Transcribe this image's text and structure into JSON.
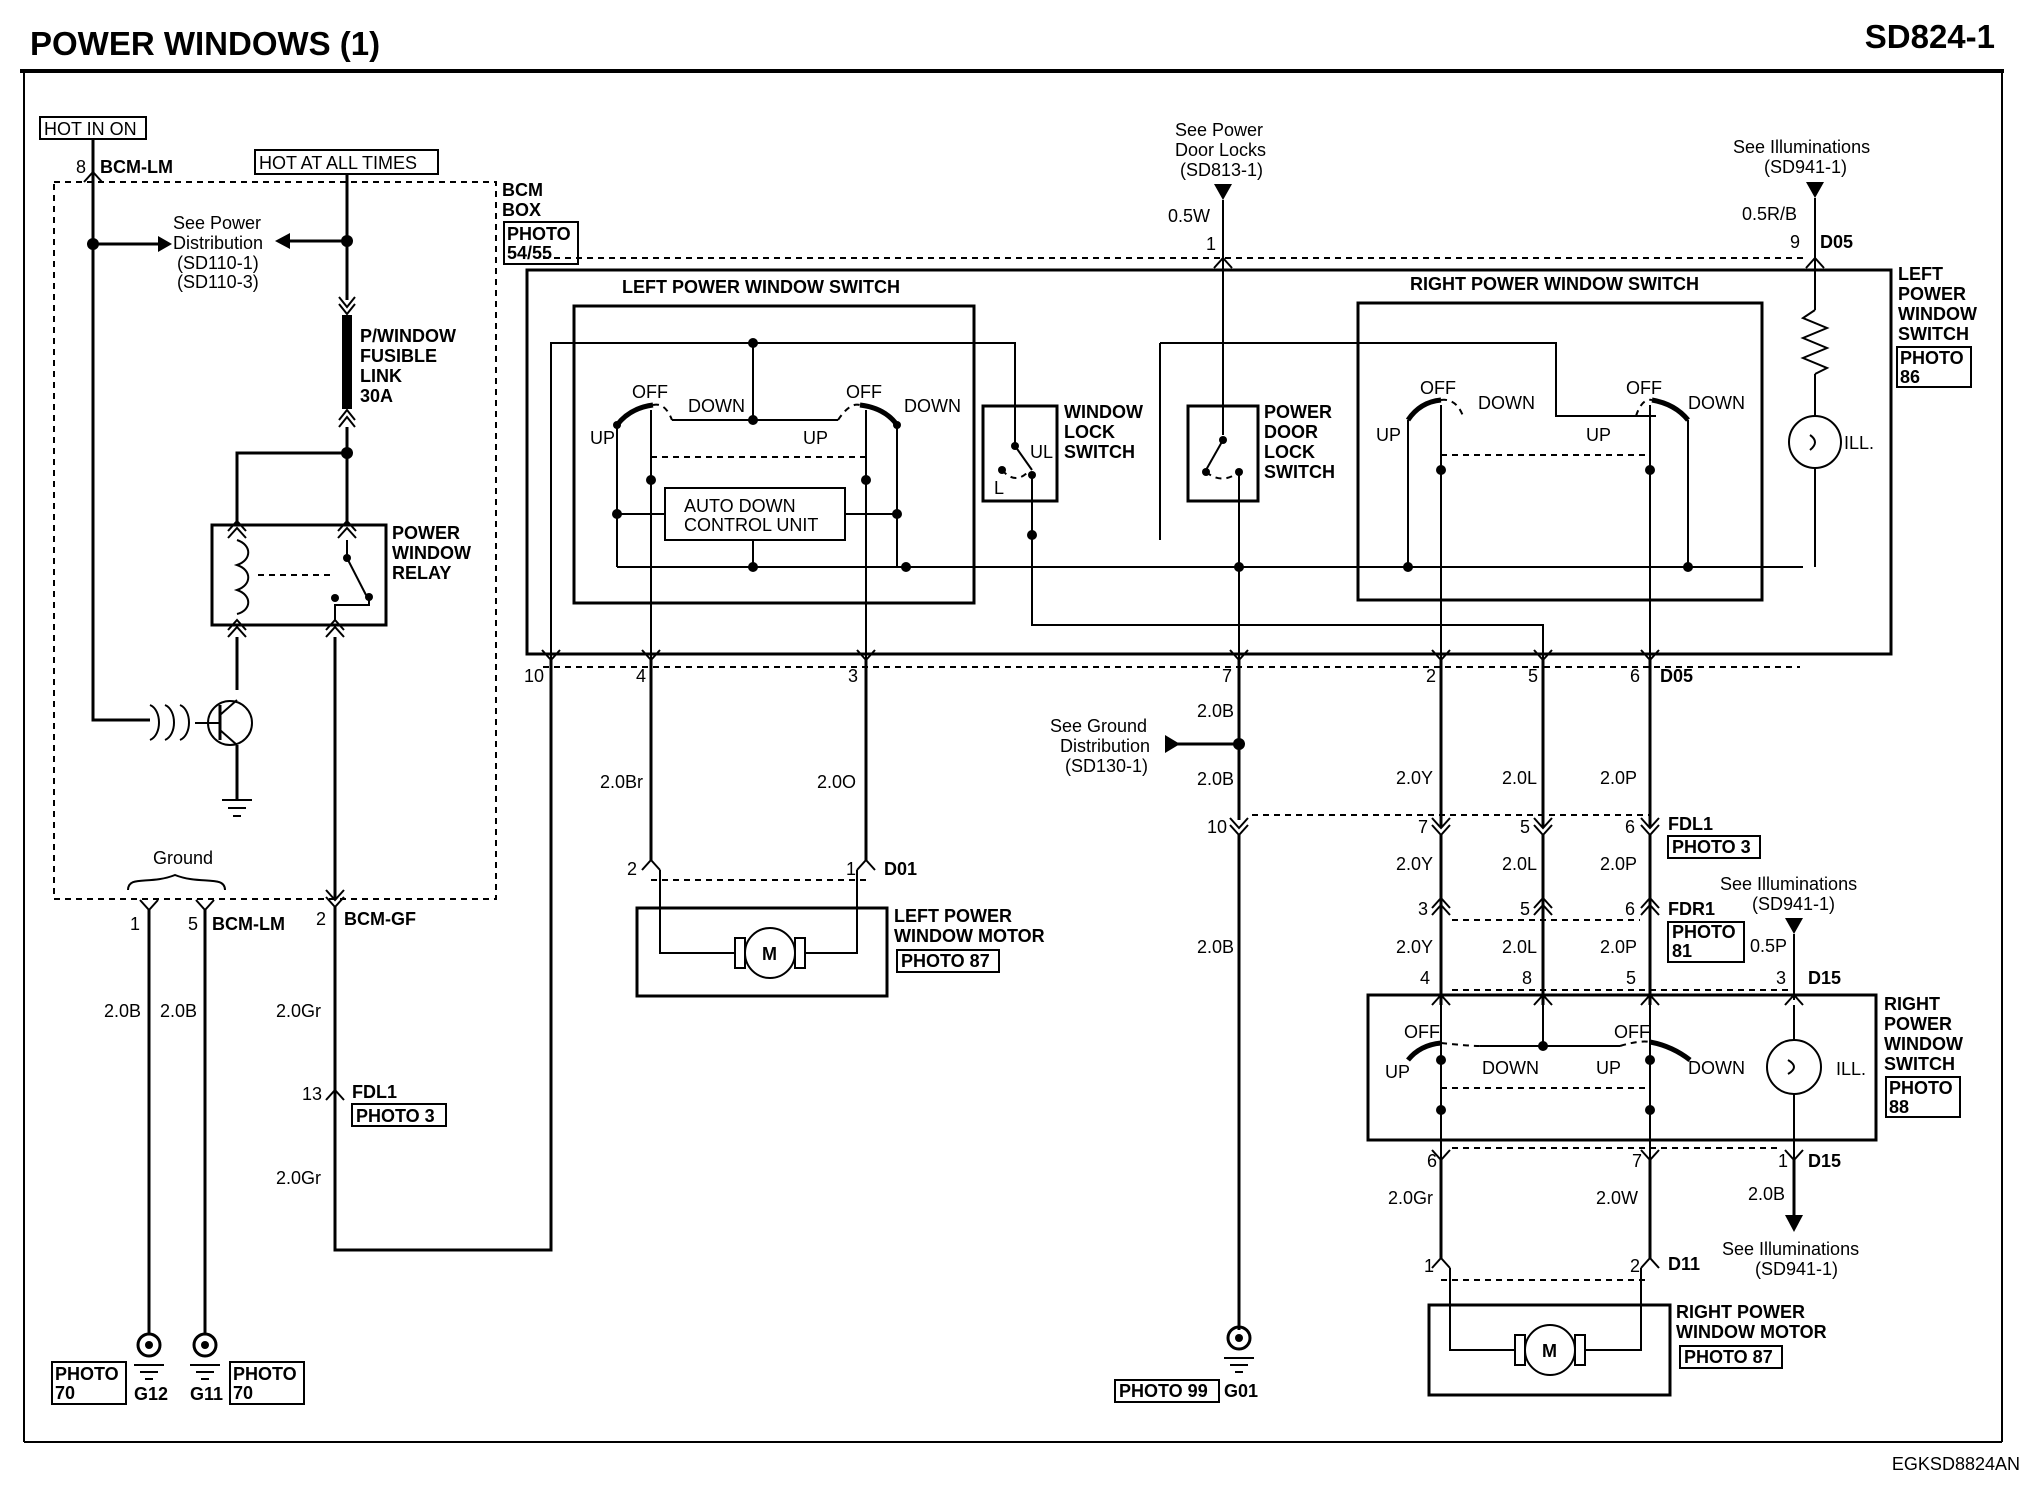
{
  "header": {
    "title": "POWER WINDOWS (1)",
    "code": "SD824-1"
  },
  "footer": {
    "id": "EGKSD8824AN"
  },
  "bcm": {
    "hot_in_on": "HOT IN ON",
    "hot_at_all_times": "HOT AT ALL TIMES",
    "box_label": [
      "BCM",
      "BOX"
    ],
    "photo": [
      "PHOTO",
      "54/55"
    ],
    "pin8": "8",
    "pin8_conn": "BCM-LM",
    "see_power": [
      "See Power",
      "Distribution",
      "(SD110-1)",
      "(SD110-3)"
    ],
    "fusible_link": [
      "P/WINDOW",
      "FUSIBLE",
      "LINK",
      "30A"
    ],
    "relay": [
      "POWER",
      "WINDOW",
      "RELAY"
    ],
    "ground_label": "Ground",
    "pin1": "1",
    "pin5": "5",
    "pin5_conn": "BCM-LM",
    "pin2": "2",
    "pin2_conn": "BCM-GF"
  },
  "left_ground_wires": {
    "w1": "2.0B",
    "w2": "2.0B",
    "w3": "2.0Gr",
    "fdl1_pin": "13",
    "fdl1": "FDL1",
    "fdl1_photo": "PHOTO 3",
    "w4": "2.0Gr",
    "g12": "G12",
    "g11": "G11",
    "g12_photo": [
      "PHOTO",
      "70"
    ],
    "g11_photo": [
      "PHOTO",
      "70"
    ]
  },
  "left_switch_assy": {
    "title": "LEFT POWER WINDOW SWITCH",
    "labels": {
      "off": "OFF",
      "down": "DOWN",
      "up": "UP"
    },
    "auto_down": [
      "AUTO DOWN",
      "CONTROL UNIT"
    ],
    "window_lock": [
      "WINDOW",
      "LOCK",
      "SWITCH"
    ],
    "ul": "UL",
    "l": "L",
    "door_lock": [
      "POWER",
      "DOOR",
      "LOCK",
      "SWITCH"
    ],
    "right_title": "RIGHT POWER WINDOW SWITCH",
    "ill": "ILL.",
    "side_label": [
      "LEFT",
      "POWER",
      "WINDOW",
      "SWITCH"
    ],
    "side_photo": [
      "PHOTO",
      "86"
    ]
  },
  "top_refs": {
    "door_locks": [
      "See Power",
      "Door Locks",
      "(SD813-1)"
    ],
    "door_wire": "0.5W",
    "door_pin": "1",
    "illum": [
      "See Illuminations",
      "(SD941-1)"
    ],
    "illum_wire": "0.5R/B",
    "illum_pin": "9",
    "illum_conn": "D05"
  },
  "bottom_pins": {
    "p10": "10",
    "p4": "4",
    "p3": "3",
    "p7": "7",
    "p2": "2",
    "p5": "5",
    "p6": "6",
    "conn": "D05"
  },
  "left_motor": {
    "w_br": "2.0Br",
    "w_o": "2.0O",
    "pin2": "2",
    "pin1": "1",
    "conn": "D01",
    "label": [
      "LEFT POWER",
      "WINDOW MOTOR"
    ],
    "photo": "PHOTO 87",
    "m": "M"
  },
  "ground_dist": {
    "w1": "2.0B",
    "ref": [
      "See Ground",
      "Distribution",
      "(SD130-1)"
    ],
    "w2": "2.0B",
    "pin10": "10",
    "w3": "2.0B",
    "g01": "G01",
    "photo": "PHOTO 99"
  },
  "right_wiring": {
    "w1": [
      "2.0Y",
      "2.0L",
      "2.0P"
    ],
    "fdl1_pins": [
      "7",
      "5",
      "6"
    ],
    "fdl1": "FDL1",
    "fdl1_photo": "PHOTO 3",
    "w2": [
      "2.0Y",
      "2.0L",
      "2.0P"
    ],
    "fdr1_pins": [
      "3",
      "5",
      "6"
    ],
    "fdr1": "FDR1",
    "fdr1_photo": [
      "PHOTO",
      "81"
    ],
    "illum": [
      "See Illuminations",
      "(SD941-1)"
    ],
    "illum_wire": "0.5P",
    "w3": [
      "2.0Y",
      "2.0L",
      "2.0P"
    ],
    "d15_pins": [
      "4",
      "8",
      "5",
      "3"
    ],
    "d15": "D15"
  },
  "right_switch": {
    "off": "OFF",
    "up": "UP",
    "down": "DOWN",
    "ill": "ILL.",
    "label": [
      "RIGHT",
      "POWER",
      "WINDOW",
      "SWITCH"
    ],
    "photo": [
      "PHOTO",
      "88"
    ],
    "bottom_pins": [
      "6",
      "7",
      "1"
    ],
    "conn": "D15",
    "w_gr": "2.0Gr",
    "w_w": "2.0W",
    "w_b": "2.0B",
    "illum": [
      "See Illuminations",
      "(SD941-1)"
    ]
  },
  "right_motor": {
    "pin1": "1",
    "pin2": "2",
    "conn": "D11",
    "label": [
      "RIGHT POWER",
      "WINDOW MOTOR"
    ],
    "photo": "PHOTO 87",
    "m": "M"
  }
}
